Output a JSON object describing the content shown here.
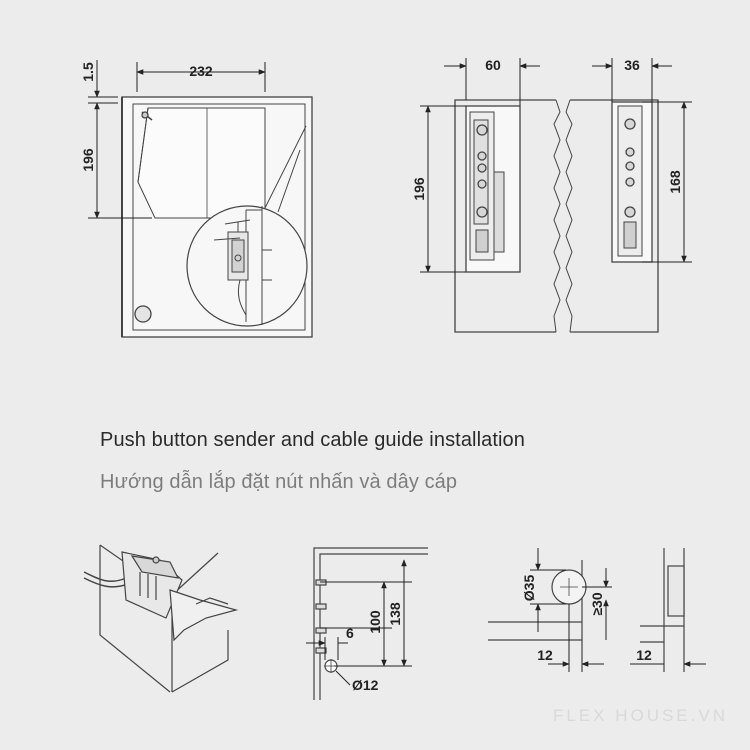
{
  "captions": {
    "english": "Push button sender and cable guide installation",
    "vietnamese": "Hướng dẫn lắp đặt nút nhấn và dây cáp"
  },
  "watermark": "FLEX HOUSE.VN",
  "dimensions": {
    "cabinet_width": "232",
    "cabinet_offset": "1.5",
    "cabinet_height": "196",
    "left_side_depth": "60",
    "left_side_height": "196",
    "right_side_depth": "36",
    "right_side_height": "168",
    "hole_spacing_small": "6",
    "hole_spacing_mid": "100",
    "hole_spacing_large": "138",
    "hole_diameter": "Ø12",
    "button_diameter": "Ø35",
    "button_min_offset": "≥30",
    "button_edge_offset": "12",
    "side_edge_offset": "12"
  }
}
